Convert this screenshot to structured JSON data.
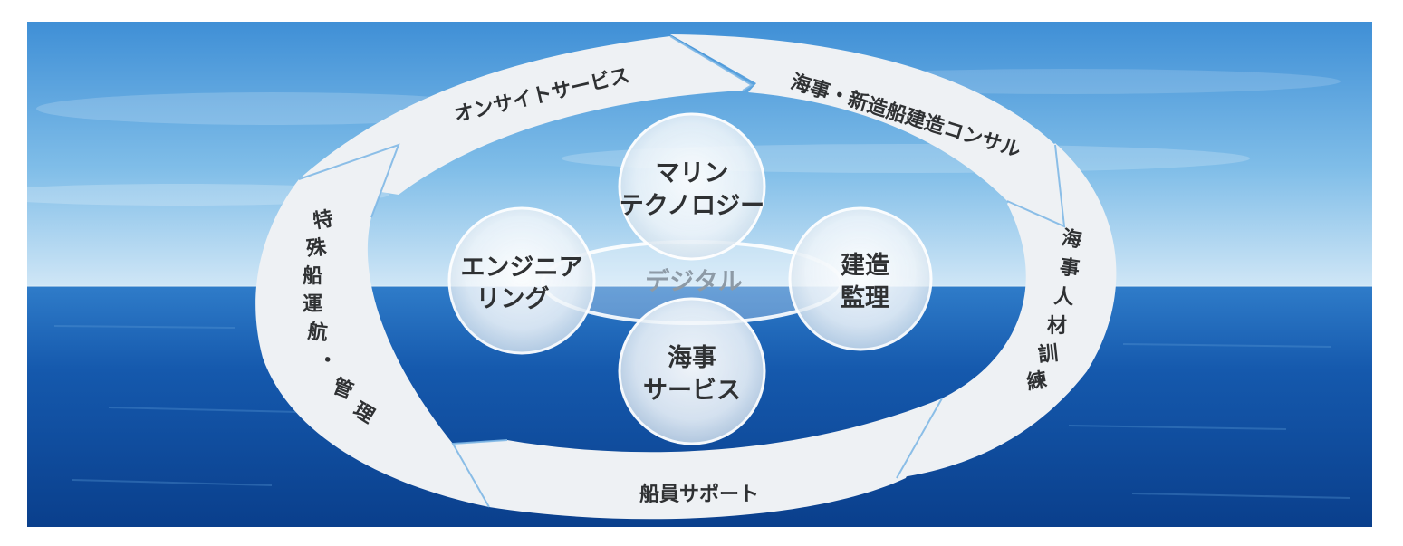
{
  "diagram": {
    "ring": {
      "top_left": "オンサイトサービス",
      "top_right": "海事・新造船建造コンサル",
      "right": [
        "海",
        "事",
        "人",
        "材",
        "訓",
        "練"
      ],
      "bottom": "船員サポート",
      "left": [
        "特",
        "殊",
        "船",
        "運",
        "航",
        "・",
        "管",
        "理"
      ]
    },
    "circles": {
      "top": [
        "マリン",
        "テクノロジー"
      ],
      "left": [
        "エンジニア",
        "リング"
      ],
      "right": [
        "建造",
        "監理"
      ],
      "bottom": [
        "海事",
        "サービス"
      ]
    },
    "center": "デジタル"
  },
  "colors": {
    "ring_fill": "#eef1f4",
    "text": "#2f3133",
    "center_text": "#8d9aa6",
    "sky_top": "#3f8fd6",
    "sea_deep": "#0a3f8c"
  }
}
